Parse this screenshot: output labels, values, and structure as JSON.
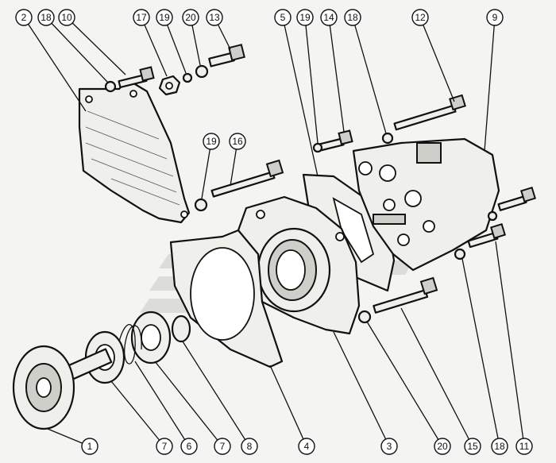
{
  "callouts": [
    {
      "id": "c1",
      "label": "1"
    },
    {
      "id": "c2",
      "label": "2"
    },
    {
      "id": "c3",
      "label": "3"
    },
    {
      "id": "c4",
      "label": "4"
    },
    {
      "id": "c5",
      "label": "5"
    },
    {
      "id": "c6",
      "label": "6"
    },
    {
      "id": "c7a",
      "label": "7"
    },
    {
      "id": "c7b",
      "label": "7"
    },
    {
      "id": "c8",
      "label": "8"
    },
    {
      "id": "c9",
      "label": "9"
    },
    {
      "id": "c10",
      "label": "10"
    },
    {
      "id": "c11",
      "label": "11"
    },
    {
      "id": "c12",
      "label": "12"
    },
    {
      "id": "c13",
      "label": "13"
    },
    {
      "id": "c14",
      "label": "14"
    },
    {
      "id": "c15",
      "label": "15"
    },
    {
      "id": "c16",
      "label": "16"
    },
    {
      "id": "c17",
      "label": "17"
    },
    {
      "id": "c18a",
      "label": "18"
    },
    {
      "id": "c18b",
      "label": "18"
    },
    {
      "id": "c18c",
      "label": "18"
    },
    {
      "id": "c19a",
      "label": "19"
    },
    {
      "id": "c19b",
      "label": "19"
    },
    {
      "id": "c19c",
      "label": "19"
    },
    {
      "id": "c20a",
      "label": "20"
    },
    {
      "id": "c20b",
      "label": "20"
    }
  ]
}
